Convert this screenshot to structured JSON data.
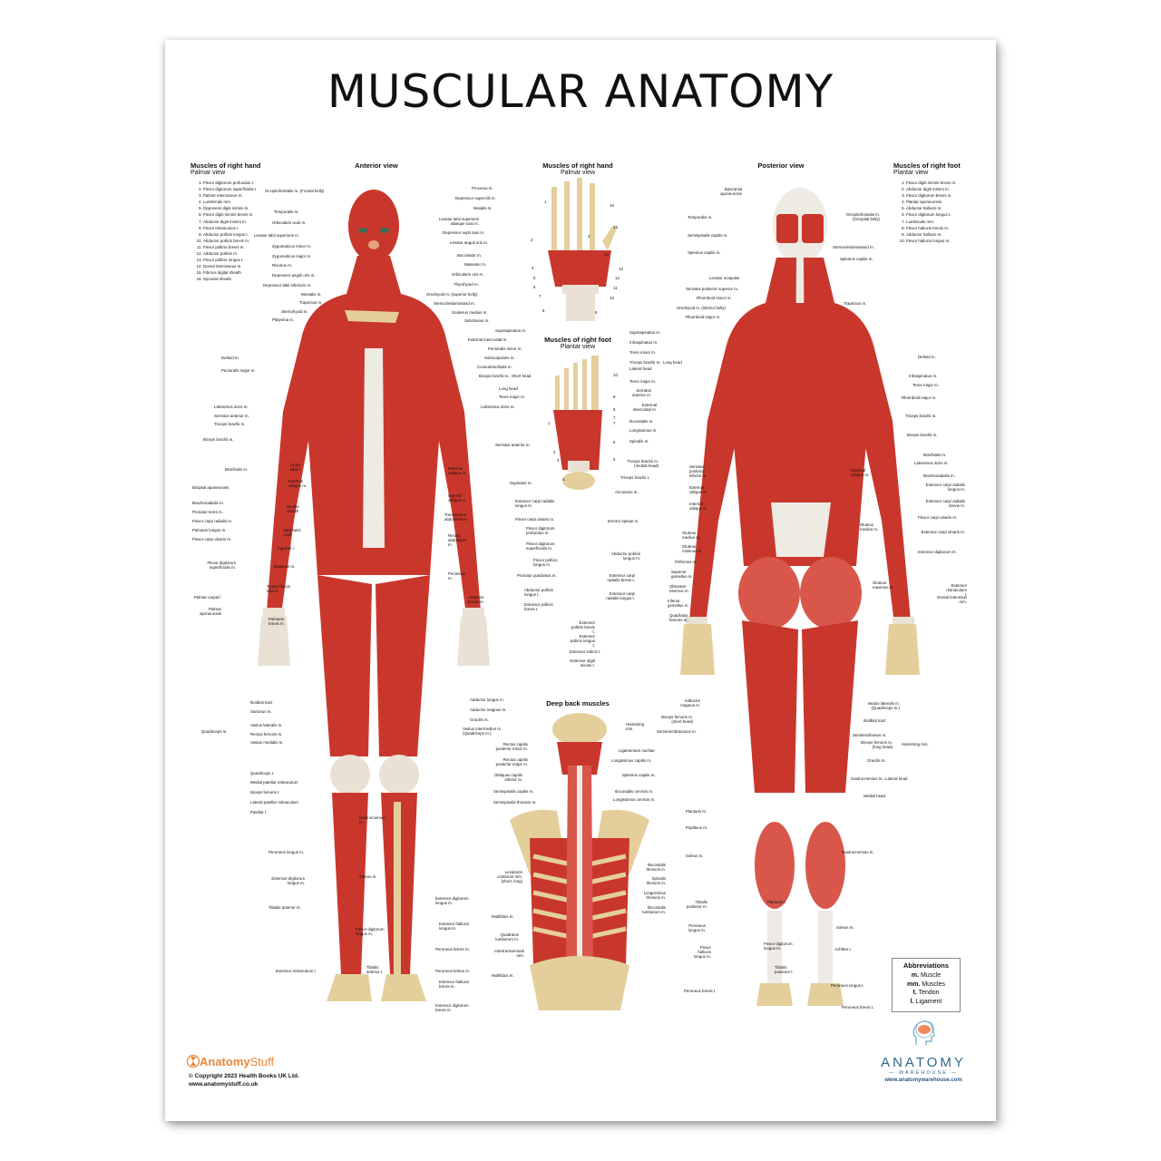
{
  "poster": {
    "title": "MUSCULAR ANATOMY",
    "hand_legend": {
      "title": "Muscles of right hand",
      "subtitle": "Palmar view",
      "items": [
        "Flexor digitorum profundus t.",
        "Flexor digitorum superficialis t.",
        "Palmar interosseus m.",
        "Lumbricals mm.",
        "Opponens digiti minimi m.",
        "Flexor digiti minimi brevis m.",
        "Abductor digiti minimi m.",
        "Flexor retinaculum l.",
        "Abductor pollicis longus t.",
        "Abductor pollicis brevis m.",
        "Flexor pollicis brevis m.",
        "Adductor pollicis m.",
        "Flexor pollicis longus t.",
        "Dorsal interosseus m.",
        "Fibrous digital sheath",
        "Synovial sheath"
      ]
    },
    "foot_legend": {
      "title": "Muscles of right foot",
      "subtitle": "Plantar view",
      "items": [
        "Flexor digiti minimi brevis m.",
        "Abductor digiti minimi m.",
        "Flexor digitorum brevis m.",
        "Plantar aponeurosis",
        "Abductor hallucis m.",
        "Flexor digitorum longus t.",
        "Lumbricals mm.",
        "Flexor hallucis brevis m.",
        "Adductor hallucis m.",
        "Flexor hallucis longus m."
      ]
    },
    "anterior_view": {
      "title": "Anterior view",
      "labels_left": [
        "Occipitofrontalis m. (Frontal belly)",
        "Temporalis m.",
        "Orbicularis oculi m.",
        "Levator labii superioris m.",
        "Zygomaticus minor m.",
        "Zygomaticus major m.",
        "Risorius m.",
        "Depressor anguli oris m.",
        "Depressor labii inferioris m.",
        "Mentalis m.",
        "Trapezius m.",
        "Sternohyoid m.",
        "Platysma m.",
        "Deltoid m.",
        "Pectoralis major m.",
        "Latissimus dorsi m.",
        "Serratus anterior m.",
        "Triceps brachii m.",
        "Biceps brachii m.",
        "Brachialis m.",
        "Bicipital aponeurosis",
        "Brachioradialis m.",
        "Pronator teres m.",
        "Flexor carpi radialis m.",
        "Palmaris longus m.",
        "Flexor carpi ulnaris m.",
        "Flexor digitorum superficialis m.",
        "Palmar carpal l.",
        "Palmar aponeurosis",
        "Iliotibial tract",
        "Sartorius m.",
        "Vastus lateralis m.",
        "Rectus femoris m.",
        "Vastus medialis m.",
        "Quadriceps t.",
        "Medial patellar retinaculum",
        "Biceps femoris t.",
        "Lateral patellar retinaculum",
        "Patellar l.",
        "Peroneus longus m.",
        "Extensor digitorum longus m.",
        "Tibialis anterior m.",
        "Extensor retinaculum l."
      ],
      "bracket_quadriceps": "Quadriceps m.",
      "labels_center": [
        "Linea alba l.",
        "External oblique m.",
        "Rectus sheath",
        "Spermatic cord",
        "Inguinal l.",
        "Iliopsoas m.",
        "Tensor fascia lata m.",
        "Palmaris brevis m.",
        "Gastrocnemius m.",
        "Soleus m.",
        "Flexor digitorum longus m.",
        "Tibialis anterior t."
      ],
      "labels_right": [
        "Procerus m.",
        "Depressor supercilii m.",
        "Nasalis m.",
        "Levator labii superioris alaeque nasi m.",
        "Depressor septi nasi m.",
        "Levator anguli oris m.",
        "Buccinator m.",
        "Masseter m.",
        "Orbicularis oris m.",
        "Thyrohyoid m.",
        "Omohyoid m. (superior belly)",
        "Sternocleidomastoid m.",
        "Scalenus medius m.",
        "Subclavius m.",
        "Supraspinatus m.",
        "External intercostal m.",
        "Pectoralis minor m.",
        "Subscapularis m.",
        "Coracobrachialis m.",
        "Biceps brachii m.: Short head",
        "Long head",
        "Teres major m.",
        "Latissimus dorsi m.",
        "Serratus anterior m.",
        "External oblique m.",
        "Supinator m.",
        "Internal oblique m.",
        "Extensor carpi radialis longus m.",
        "Transversus abdominis m.",
        "Flexor carpi ulnaris m.",
        "Rectus abdominis m.",
        "Flexor digitorum profundus m.",
        "Flexor digitorum superficialis m.",
        "Flexor pollicis longus m.",
        "Pronator quadratus m.",
        "Pectineus m.",
        "Abductor pollicis longus t.",
        "Adductor brevis m.",
        "Extensor pollicis brevis t.",
        "Adductor longus m.",
        "Adductor magnus m.",
        "Gracilis m.",
        "Vastus intermedius m. (Quadriceps m.)",
        "Extensor digitorum longus m.",
        "Extensor hallucis longus m.",
        "Peroneus brevis m.",
        "Peroneus tertius m.",
        "Extensor hallucis brevis m.",
        "Extensor digitorum brevis m."
      ]
    },
    "hand_diagram": {
      "title": "Muscles of right hand",
      "subtitle": "Palmar view",
      "numbers": [
        "1",
        "2",
        "3",
        "4",
        "5",
        "6",
        "7",
        "8",
        "9",
        "10",
        "11",
        "12",
        "13",
        "14",
        "15",
        "16"
      ]
    },
    "foot_diagram": {
      "title": "Muscles of right foot",
      "subtitle": "Plantar view",
      "numbers": [
        "1",
        "2",
        "3",
        "4",
        "5",
        "6",
        "7",
        "7",
        "8",
        "9",
        "10"
      ]
    },
    "posterior_view": {
      "title": "Posterior view",
      "labels_left": [
        "Epicranial aponeurosis",
        "Temporalis m.",
        "Semispinalis capitis m.",
        "Splenius capitis m.",
        "Levator scapulae",
        "Serratus posterior superior m.",
        "Rhomboid minor m.",
        "Omohyoid m. (inferior belly)",
        "Rhomboid major m.",
        "Supraspinatus m.",
        "Infraspinatus m.",
        "Teres minor m.",
        "Triceps brachii m.: Long head",
        "Lateral head",
        "Teres major m.",
        "Serratus anterior m.",
        "External intercostal m.",
        "Iliocostalis m.",
        "Longissimus m.",
        "Spinalis m.",
        "Triceps brachii m. (medial head)",
        "Triceps brachii t.",
        "Anconeus m.",
        "Erector spinae m.",
        "Abductor pollicis longus m.",
        "Extensor carpi radialis brevis t.",
        "Extensor carpi radialis longus t.",
        "Extensor pollicis brevis t.",
        "Extensor pollicis longus t.",
        "Extensor indicis t.",
        "Extensor digiti minimi t.",
        "Adductor magnus m.",
        "Biceps femoris m. (short head)",
        "Semimembranosus m.",
        "Plantaris m.",
        "Popliteus m.",
        "Soleus m.",
        "Tibialis posterior m.",
        "Peroneus longus m.",
        "Flexor hallucis longus m.",
        "Peroneus brevis t."
      ],
      "bracket_hamstring_left": "Hamstring mm.",
      "labels_center": [
        "Serratus posterior inferior m.",
        "External oblique m.",
        "Internal oblique m.",
        "Gluteus medius m.",
        "Gluteus minimus m.",
        "Piriformis m.",
        "Superior gemellus m.",
        "Obturator internus m.",
        "Inferior gemellus m.",
        "Quadratus femoris m.",
        "Plantaris t.",
        "Flexor digitorum longus m.",
        "Tibialis posterior t."
      ],
      "labels_right": [
        "Occipitofrontalis m. (Occipital belly)",
        "Sternocleidomastoid m.",
        "Splenius capitis m.",
        "Trapezius m.",
        "Deltoid m.",
        "Infraspinatus m.",
        "Teres major m.",
        "Rhomboid major m.",
        "Triceps brachii m.",
        "Biceps brachii m.",
        "Brachialis m.",
        "Latissimus dorsi m.",
        "External oblique m.",
        "Brachioradialis m.",
        "Extensor carpi radialis longus m.",
        "Extensor carpi radialis brevis m.",
        "Flexor carpi ulnaris m.",
        "Gluteus medius m.",
        "Extensor carpi ulnaris m.",
        "Extensor digitorum m.",
        "Gluteus maximus m.",
        "Extensor retinaculum l.",
        "Dorsal interossei mm.",
        "Vastus lateralis m. (Quadriceps m.)",
        "Iliotibial tract",
        "Semitendinosus m.",
        "Biceps femoris m. (long head)",
        "Gracilis m.",
        "Gastrocnemius m.: Lateral head",
        "Medial head",
        "Gastrocnemius m.",
        "Soleus m.",
        "Achilles t.",
        "Peroneus longus t.",
        "Peroneus brevis t."
      ],
      "bracket_hamstring_right": "Hamstring mm."
    },
    "deep_back": {
      "title": "Deep back muscles",
      "labels_left": [
        "Rectus capitis posterior minor m.",
        "Rectus capitis posterior major m.",
        "Obliquus capitis inferior m.",
        "Semispinalis capitis m.",
        "Semispinalis thoracis m.",
        "Levatores costarum mm. (short, long)",
        "Multifidus m.",
        "Quadratus lumborum m.",
        "Intertransversarii mm.",
        "Multifidus m."
      ],
      "labels_right": [
        "Ligamentum nuchae",
        "Longissimus capitis m.",
        "Splenius capitis m.",
        "Iliocostalis cervicis m.",
        "Longissimus cervicis m.",
        "Iliocostalis thoracis m.",
        "Spinalis thoracis m.",
        "Longissimus thoracis m.",
        "Iliocostalis lumborum m."
      ]
    },
    "abbreviations": {
      "title": "Abbreviations",
      "items": [
        {
          "abbr": "m.",
          "meaning": "Muscle"
        },
        {
          "abbr": "mm.",
          "meaning": "Muscles"
        },
        {
          "abbr": "t.",
          "meaning": "Tendon"
        },
        {
          "abbr": "l.",
          "meaning": "Ligament"
        }
      ]
    },
    "footer_left": {
      "brand_a": "Anatomy",
      "brand_b": "Stuff",
      "copyright": "© Copyright 2023 Health Books UK Ltd.",
      "url": "www.anatomystuff.co.uk"
    },
    "footer_right": {
      "brand": "ANATOMY",
      "sub": "— WAREHOUSE —",
      "url": "www.anatomywarehouse.com"
    },
    "colors": {
      "muscle": "#c9372c",
      "tendon": "#e9e1d4",
      "bone": "#e4cf9c",
      "anatomystuff_orange": "#e8873a",
      "warehouse_blue": "#2a6a8a"
    }
  }
}
